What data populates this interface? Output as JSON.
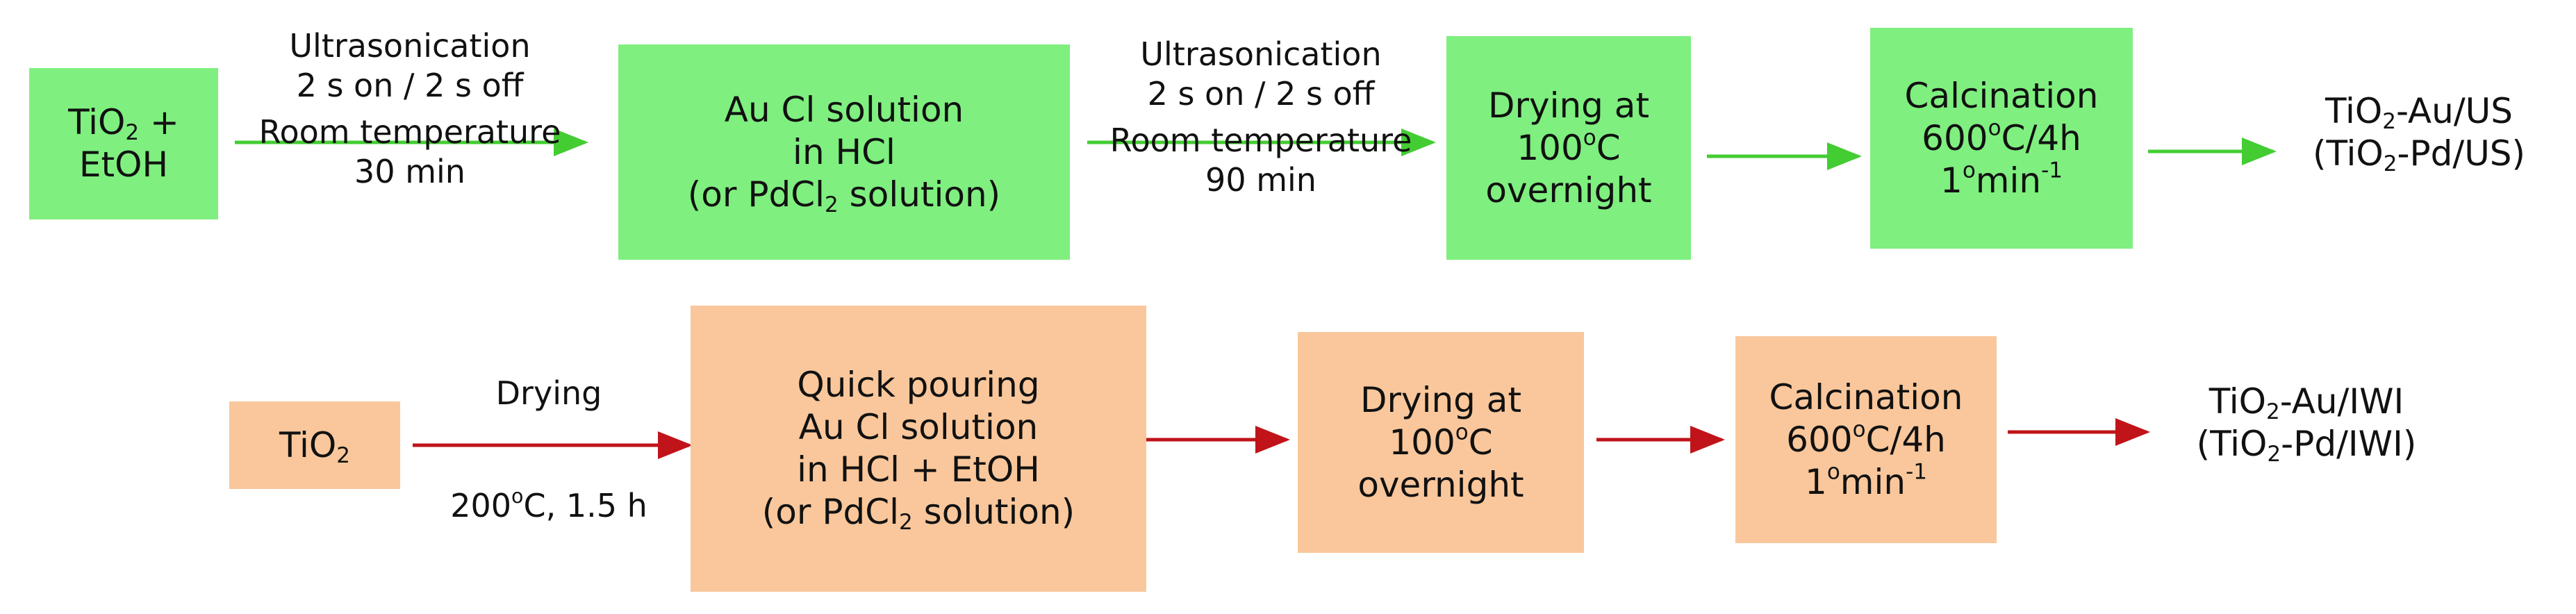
{
  "colors": {
    "us_route": "#7fef7f",
    "us_arrow": "#44cc33",
    "iwi_route": "#f9c79b",
    "iwi_arrow": "#c0141a"
  },
  "us_route": {
    "start": {
      "l1_a": "TiO",
      "l1_sub": "2",
      "l1_b": " +",
      "l2": "EtOH"
    },
    "step1": {
      "line1": "Ultrasonication",
      "line2": "2 s on / 2 s off",
      "line3": "Room temperature",
      "line4": "30 min"
    },
    "box2": {
      "line1": "Au Cl solution",
      "line2": "in HCl",
      "line3_a": "(or PdCl",
      "line3_sub": "2",
      "line3_b": " solution)"
    },
    "step2": {
      "line1": "Ultrasonication",
      "line2": "2 s on / 2 s off",
      "line3": "Room temperature",
      "line4": "90 min"
    },
    "box3": {
      "line1": "Drying at",
      "line2_a": "100",
      "line2_sup": "o",
      "line2_b": "C",
      "line3": "overnight"
    },
    "box4": {
      "line1": "Calcination",
      "line2_a": "600",
      "line2_sup": "o",
      "line2_b": "C/4h",
      "line3_a": "1",
      "line3_sup1": "o",
      "line3_b": "min",
      "line3_sup2": "-1"
    },
    "result": {
      "l1_a": "TiO",
      "l1_sub": "2",
      "l1_b": "-Au/US",
      "l2_a": "(TiO",
      "l2_sub": "2",
      "l2_b": "-Pd/US)"
    }
  },
  "iwi_route": {
    "start": {
      "a": "TiO",
      "sub": "2"
    },
    "step1": {
      "top": "Drying",
      "bottom_a": "200",
      "bottom_sup": "o",
      "bottom_b": "C, 1.5 h"
    },
    "box2": {
      "line1": "Quick pouring",
      "line2": "Au Cl solution",
      "line3": "in HCl + EtOH",
      "line4_a": "(or PdCl",
      "line4_sub": "2",
      "line4_b": " solution)"
    },
    "box3": {
      "line1": "Drying at",
      "line2_a": "100",
      "line2_sup": "o",
      "line2_b": "C",
      "line3": "overnight"
    },
    "box4": {
      "line1": "Calcination",
      "line2_a": "600",
      "line2_sup": "o",
      "line2_b": "C/4h",
      "line3_a": "1",
      "line3_sup1": "o",
      "line3_b": "min",
      "line3_sup2": "-1"
    },
    "result": {
      "l1_a": "TiO",
      "l1_sub": "2",
      "l1_b": "-Au/IWI",
      "l2_a": "(TiO",
      "l2_sub": "2",
      "l2_b": "-Pd/IWI)"
    }
  }
}
